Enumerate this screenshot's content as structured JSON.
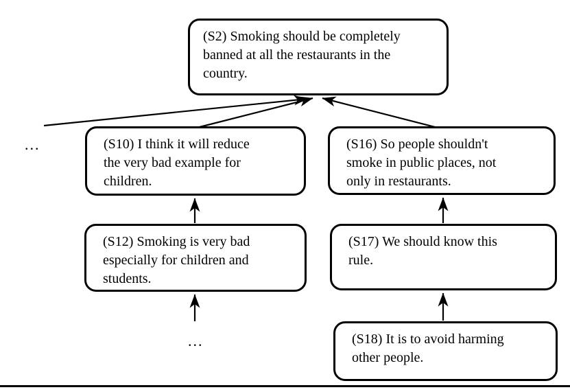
{
  "canvas": {
    "background": "#ffffff",
    "stroke_color": "#000000"
  },
  "nodes": {
    "s2": {
      "id": "S2",
      "text": "(S2) Smoking should be completely\nbanned at all the restaurants in the\ncountry."
    },
    "s10": {
      "id": "S10",
      "text": "(S10) I think it will reduce\nthe very bad example for\nchildren."
    },
    "s16": {
      "id": "S16",
      "text": "(S16) So people shouldn't\nsmoke in public places, not\nonly in restaurants."
    },
    "s12": {
      "id": "S12",
      "text": "(S12) Smoking is very bad\nespecially for children and\nstudents."
    },
    "s17": {
      "id": "S17",
      "text": "(S17) We should know this\nrule."
    },
    "s18": {
      "id": "S18",
      "text": "(S18) It is to avoid harming\nother people."
    }
  },
  "ellipses": {
    "left": "...",
    "bottom_left": "..."
  },
  "edges": [
    {
      "from": "ellipsis-left",
      "to": "s2"
    },
    {
      "from": "s10",
      "to": "s2"
    },
    {
      "from": "s16",
      "to": "s2"
    },
    {
      "from": "s12",
      "to": "s10"
    },
    {
      "from": "ellipsis-bottom-left",
      "to": "s12"
    },
    {
      "from": "s17",
      "to": "s16"
    },
    {
      "from": "s18",
      "to": "s17"
    }
  ]
}
